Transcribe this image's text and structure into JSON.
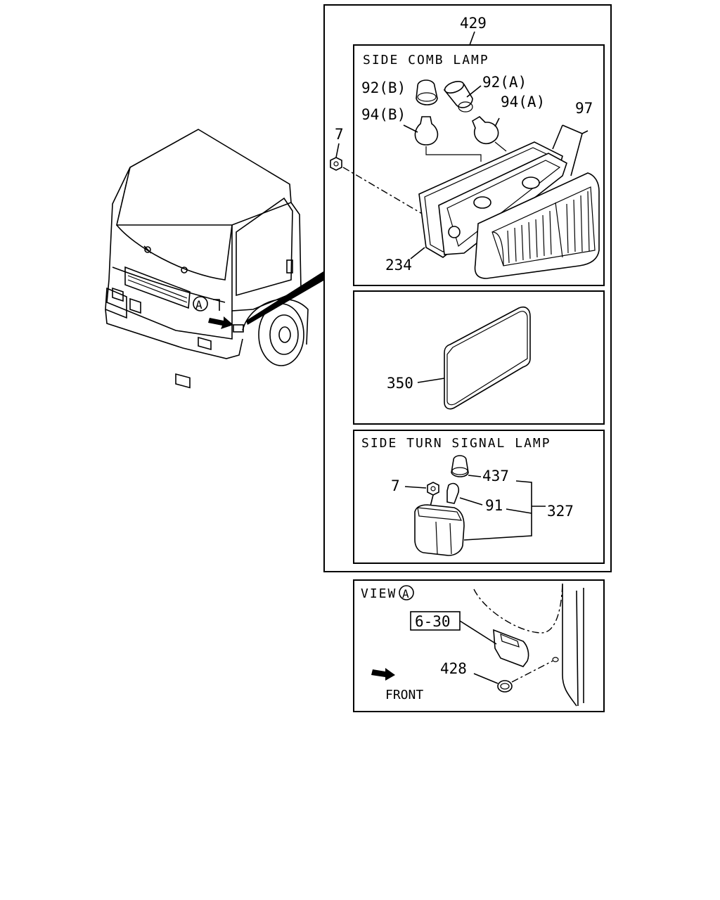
{
  "assembly": {
    "label": "429"
  },
  "sections": {
    "side_comb_lamp": {
      "title": "SIDE COMB LAMP",
      "labels": {
        "p92b": "92(B)",
        "p92a": "92(A)",
        "p94b": "94(B)",
        "p94a": "94(A)",
        "p97": "97",
        "p7": "7",
        "p234": "234"
      }
    },
    "lens_panel": {
      "labels": {
        "p350": "350"
      }
    },
    "side_turn_signal_lamp": {
      "title": "SIDE TURN SIGNAL LAMP",
      "labels": {
        "p437": "437",
        "p7": "7",
        "p91": "91",
        "p327": "327"
      }
    },
    "view_a": {
      "title": "VIEW",
      "marker": "A",
      "ref_box": "6-30",
      "labels": {
        "p428": "428"
      },
      "front_label": "FRONT"
    }
  },
  "truck": {
    "marker": "A"
  }
}
